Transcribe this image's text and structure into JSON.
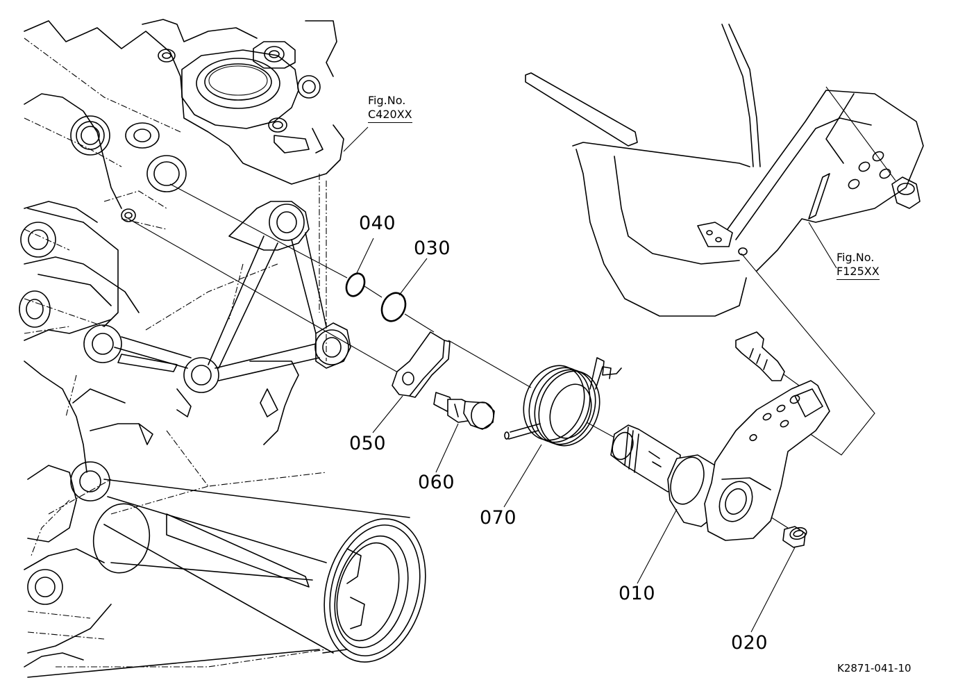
{
  "figure_refs": [
    {
      "line1": "Fig.No.",
      "line2": "C420XX"
    },
    {
      "line1": "Fig.No.",
      "line2": "F125XX"
    }
  ],
  "parts": [
    {
      "number": "010",
      "item": "lever shaft"
    },
    {
      "number": "020",
      "item": "bushing"
    },
    {
      "number": "030",
      "item": "o-ring"
    },
    {
      "number": "040",
      "item": "o-ring"
    },
    {
      "number": "050",
      "item": "plate"
    },
    {
      "number": "060",
      "item": "pin"
    },
    {
      "number": "070",
      "item": "spring"
    }
  ],
  "drawing_code": "K2871-041-10"
}
